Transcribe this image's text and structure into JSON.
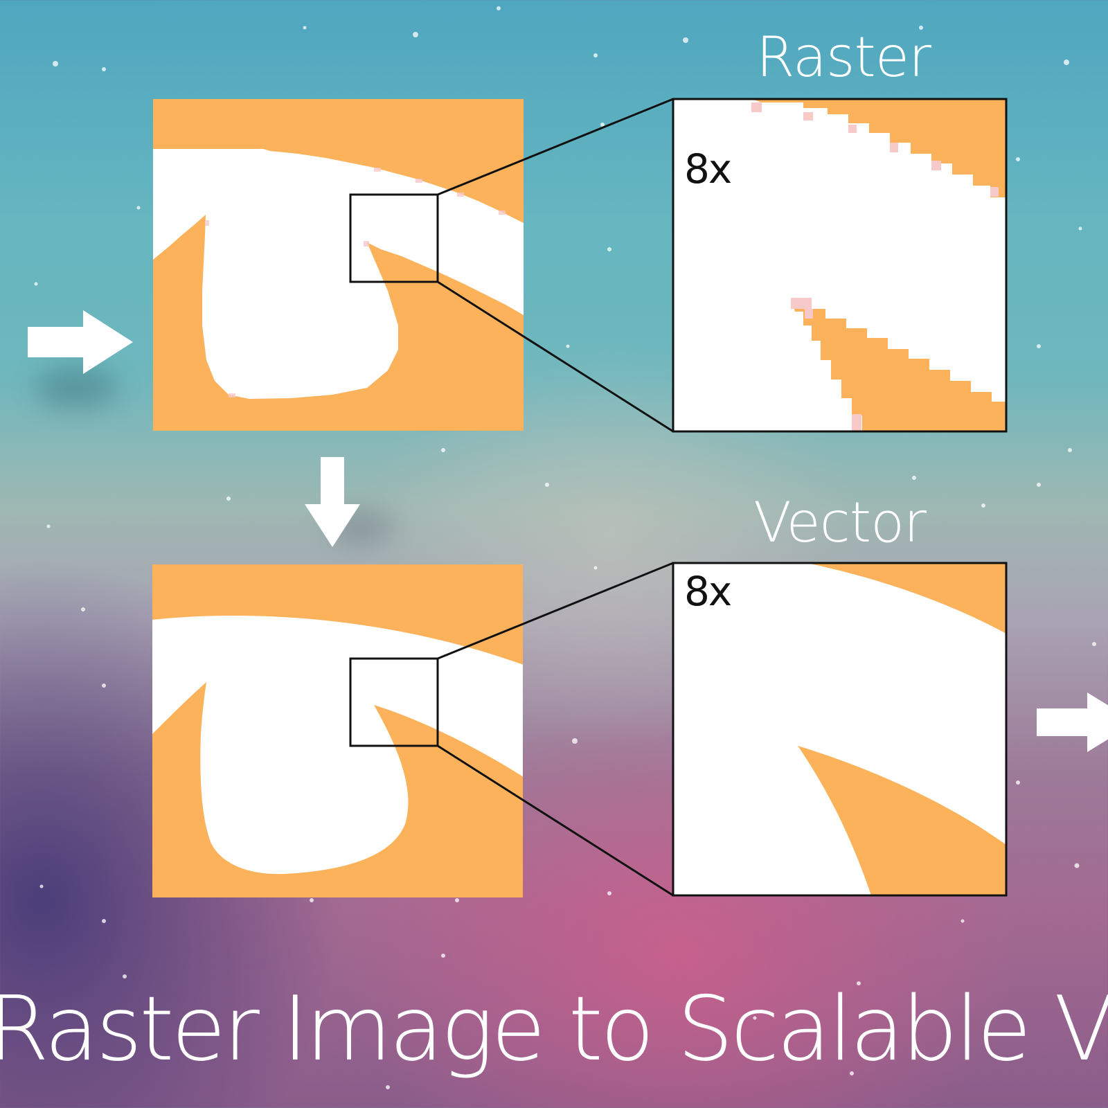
{
  "diagram": {
    "raster_title": "Raster",
    "vector_title": "Vector",
    "raster_zoom": "8x",
    "vector_zoom": "8x",
    "footer": "Raster Image to Scalable Vector",
    "colors": {
      "shape_fill": "#fbb25a",
      "shape_white": "#ffffff",
      "stroke": "#111111",
      "arrow": "#ffffff"
    },
    "icons": [
      "right-arrow-icon",
      "down-arrow-icon",
      "right-arrow-icon"
    ]
  }
}
